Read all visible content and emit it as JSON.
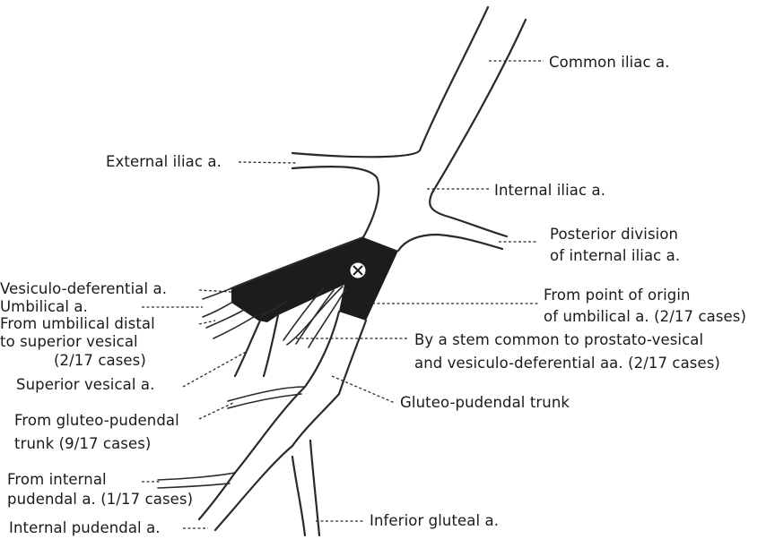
{
  "labels": {
    "common_iliac": "Common iliac a.",
    "external_iliac": "External iliac a.",
    "internal_iliac": "Internal iliac a.",
    "posterior_division_1": "Posterior division",
    "posterior_division_2": "of internal iliac a.",
    "vesiculo_deferential": "Vesiculo-deferential a.",
    "umbilical": "Umbilical a.",
    "umbilical_distal_1": "From umbilical distal",
    "umbilical_distal_2": "to superior vesical",
    "umbilical_distal_3": "(2/17 cases)",
    "superior_vesical": "Superior vesical a.",
    "point_origin_1": "From point of origin",
    "point_origin_2": "of umbilical a. (2/17 cases)",
    "common_stem_1": "By a stem common to prostato-vesical",
    "common_stem_2": "and vesiculo-deferential aa. (2/17 cases)",
    "gluteo_pudendal_trunk": "Gluteo-pudendal trunk",
    "from_gluteo_pudendal_1": "From gluteo-pudendal",
    "from_gluteo_pudendal_2": "trunk (9/17 cases)",
    "from_internal_pudendal_1": "From internal",
    "from_internal_pudendal_2": "pudendal a. (1/17 cases)",
    "internal_pudendal": "Internal pudendal a.",
    "inferior_gluteal": "Inferior gluteal a."
  },
  "colors": {
    "line": "#2a2a2a",
    "shaded_region": "#1c1c1c",
    "background": "#ffffff"
  }
}
